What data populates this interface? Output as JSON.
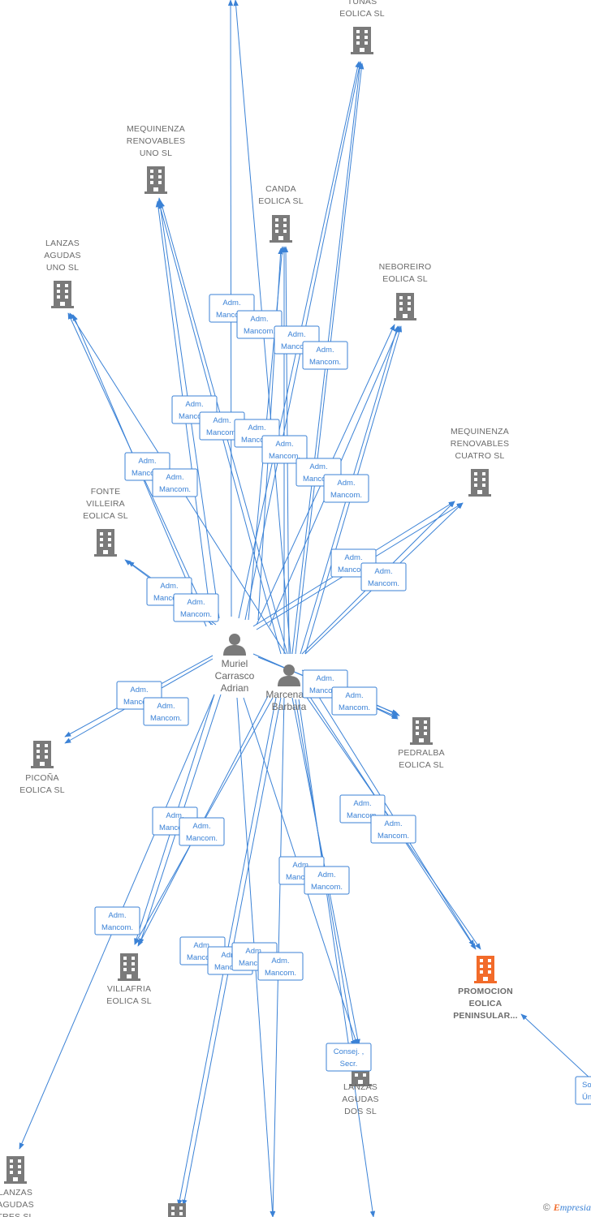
{
  "colors": {
    "edge": "#3b82d6",
    "building": "#7a7a7a",
    "building_highlight": "#f26b2a",
    "person": "#7a7a7a"
  },
  "companies": [
    {
      "id": "tunas",
      "lines": [
        "TUNAS",
        "EOLICA  SL"
      ],
      "icon": "building-icon"
    },
    {
      "id": "mequinenza_uno",
      "lines": [
        "MEQUINENZA",
        "RENOVABLES",
        "UNO  SL"
      ],
      "icon": "building-icon"
    },
    {
      "id": "canda",
      "lines": [
        "CANDA",
        "EOLICA  SL"
      ],
      "icon": "building-icon"
    },
    {
      "id": "lanzas_uno",
      "lines": [
        "LANZAS",
        "AGUDAS",
        "UNO  SL"
      ],
      "icon": "building-icon"
    },
    {
      "id": "neboreiro",
      "lines": [
        "NEBOREIRO",
        "EOLICA  SL"
      ],
      "icon": "building-icon"
    },
    {
      "id": "mequinenza_cuatro",
      "lines": [
        "MEQUINENZA",
        "RENOVABLES",
        "CUATRO  SL"
      ],
      "icon": "building-icon"
    },
    {
      "id": "fonte",
      "lines": [
        "FONTE",
        "VILLEIRA",
        "EOLICA  SL"
      ],
      "icon": "building-icon"
    },
    {
      "id": "picona",
      "lines": [
        "PICOÑA",
        "EOLICA  SL"
      ],
      "icon": "building-icon"
    },
    {
      "id": "pedralba",
      "lines": [
        "PEDRALBA",
        "EOLICA  SL"
      ],
      "icon": "building-icon"
    },
    {
      "id": "villafria",
      "lines": [
        "VILLAFRIA",
        "EOLICA  SL"
      ],
      "icon": "building-icon"
    },
    {
      "id": "promocion",
      "lines": [
        "PROMOCION",
        "EOLICA",
        "PENINSULAR..."
      ],
      "icon": "building-icon",
      "highlight": true
    },
    {
      "id": "lanzas_dos",
      "lines": [
        "LANZAS",
        "AGUDAS",
        "DOS  SL"
      ],
      "icon": "building-icon"
    },
    {
      "id": "lanzas_tres",
      "lines": [
        "LANZAS",
        "AGUDAS",
        "TRES  SL"
      ],
      "icon": "building-icon"
    },
    {
      "id": "bottom_a",
      "lines": [],
      "icon": "building-icon"
    }
  ],
  "people": [
    {
      "id": "muriel",
      "lines": [
        "Muriel",
        "Carrasco",
        "Adrian"
      ],
      "icon": "person-icon"
    },
    {
      "id": "marcenaro",
      "lines": [
        "Marcenaro",
        "Barbara"
      ],
      "icon": "person-icon"
    }
  ],
  "role_labels": {
    "adm": [
      "Adm.",
      "Mancom."
    ],
    "consej": [
      "Consej. ,",
      "Secr."
    ],
    "so": [
      "So",
      "Ún"
    ]
  },
  "footer": {
    "copyright": "©",
    "brand_first": "E",
    "brand_rest": "mpresia"
  }
}
